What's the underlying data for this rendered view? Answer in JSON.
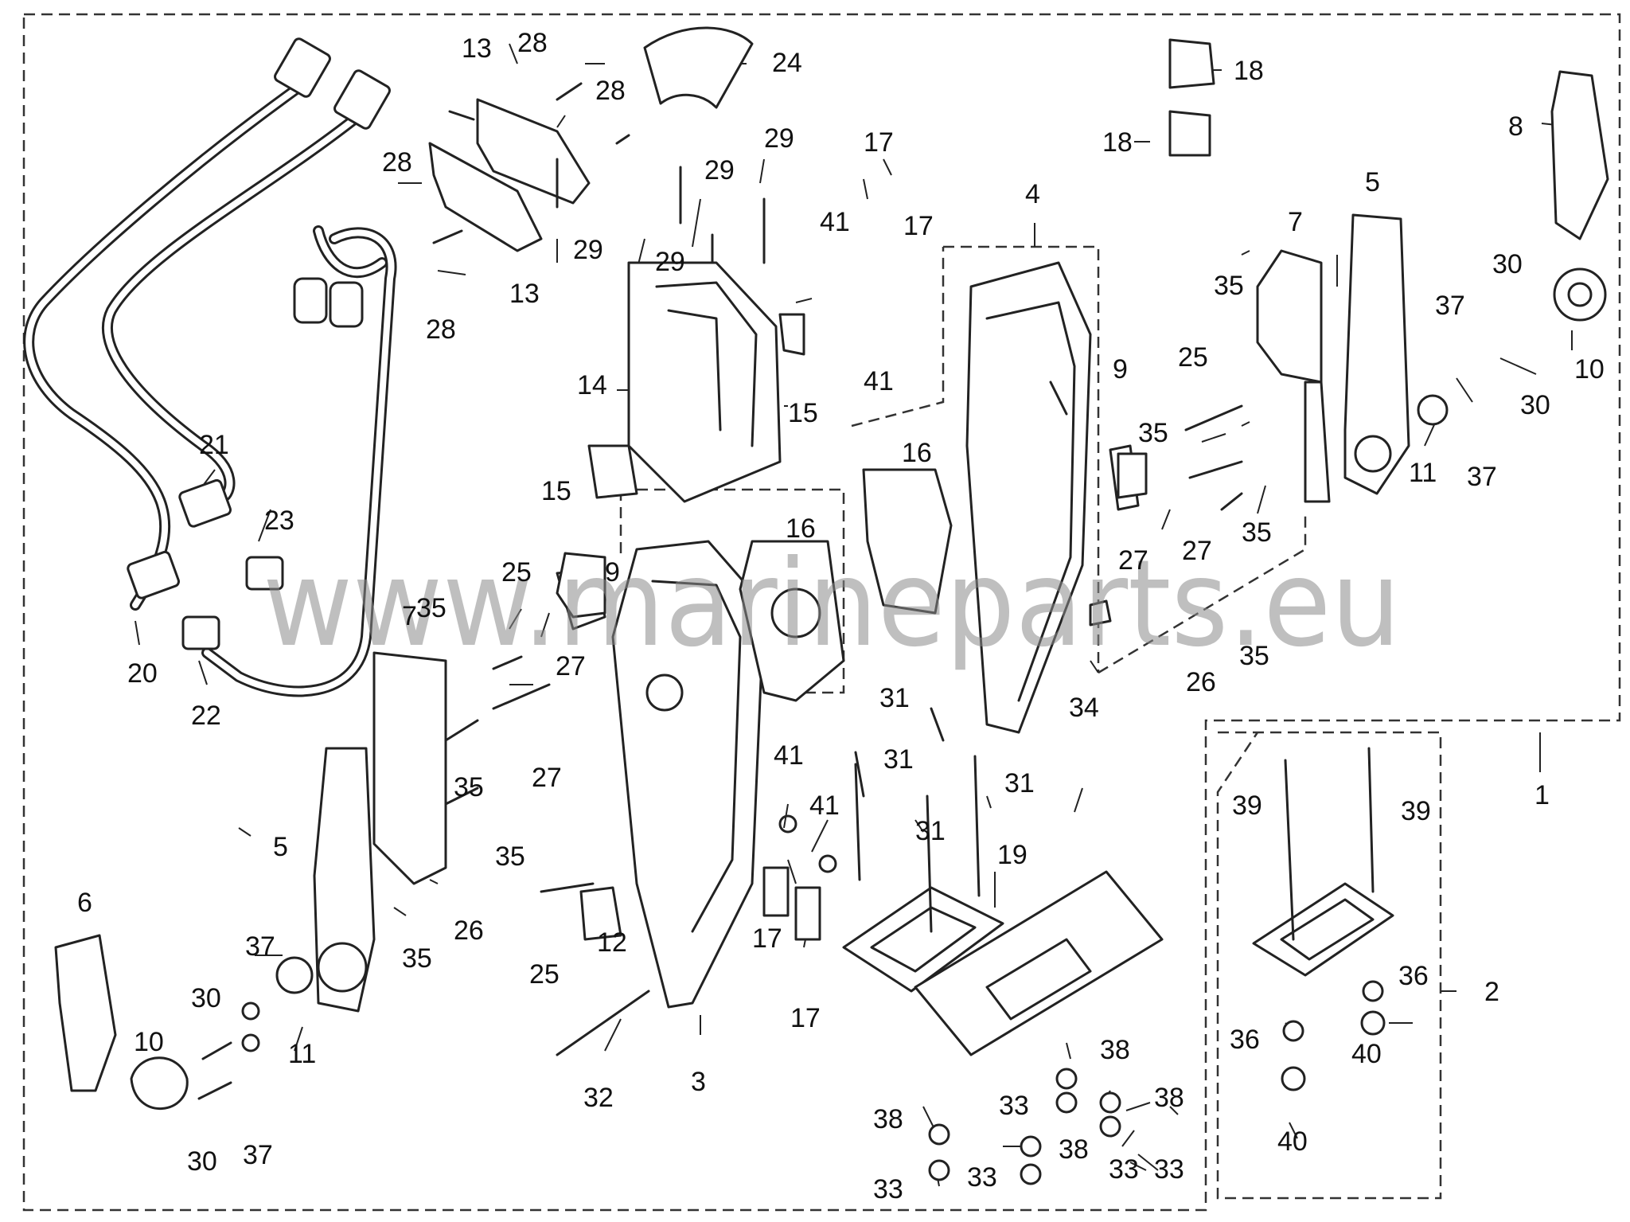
{
  "watermark": "www.marineparts.eu",
  "diagram": {
    "callouts": [
      {
        "id": "c24",
        "text": "24"
      },
      {
        "id": "c28a",
        "text": "28"
      },
      {
        "id": "c13a",
        "text": "13"
      },
      {
        "id": "c28b",
        "text": "28"
      },
      {
        "id": "c28c",
        "text": "28"
      },
      {
        "id": "c28d",
        "text": "28"
      },
      {
        "id": "c13b",
        "text": "13"
      },
      {
        "id": "c29a",
        "text": "29"
      },
      {
        "id": "c29b",
        "text": "29"
      },
      {
        "id": "c29c",
        "text": "29"
      },
      {
        "id": "c29d",
        "text": "29"
      },
      {
        "id": "c14",
        "text": "14"
      },
      {
        "id": "c15a",
        "text": "15"
      },
      {
        "id": "c15b",
        "text": "15"
      },
      {
        "id": "c41a",
        "text": "41"
      },
      {
        "id": "c17a",
        "text": "17"
      },
      {
        "id": "c17b",
        "text": "17"
      },
      {
        "id": "c41b",
        "text": "41"
      },
      {
        "id": "c18a",
        "text": "18"
      },
      {
        "id": "c18b",
        "text": "18"
      },
      {
        "id": "c4",
        "text": "4"
      },
      {
        "id": "c8",
        "text": "8"
      },
      {
        "id": "c5a",
        "text": "5"
      },
      {
        "id": "c7a",
        "text": "7"
      },
      {
        "id": "c35a",
        "text": "35"
      },
      {
        "id": "c25a",
        "text": "25"
      },
      {
        "id": "c35b",
        "text": "35"
      },
      {
        "id": "c9a",
        "text": "9"
      },
      {
        "id": "c16a",
        "text": "16"
      },
      {
        "id": "c30a",
        "text": "30"
      },
      {
        "id": "c37a",
        "text": "37"
      },
      {
        "id": "c30b",
        "text": "30"
      },
      {
        "id": "c10a",
        "text": "10"
      },
      {
        "id": "c11a",
        "text": "11"
      },
      {
        "id": "c37b",
        "text": "37"
      },
      {
        "id": "c27a",
        "text": "27"
      },
      {
        "id": "c27b",
        "text": "27"
      },
      {
        "id": "c35c",
        "text": "35"
      },
      {
        "id": "c26a",
        "text": "26"
      },
      {
        "id": "c35d",
        "text": "35"
      },
      {
        "id": "c34",
        "text": "34"
      },
      {
        "id": "c21",
        "text": "21"
      },
      {
        "id": "c23",
        "text": "23"
      },
      {
        "id": "c20",
        "text": "20"
      },
      {
        "id": "c22",
        "text": "22"
      },
      {
        "id": "c35e",
        "text": "35"
      },
      {
        "id": "c25b",
        "text": "25"
      },
      {
        "id": "c9b",
        "text": "9"
      },
      {
        "id": "c16b",
        "text": "16"
      },
      {
        "id": "c7b",
        "text": "7"
      },
      {
        "id": "c27c",
        "text": "27"
      },
      {
        "id": "c27d",
        "text": "27"
      },
      {
        "id": "c35f",
        "text": "35"
      },
      {
        "id": "c35g",
        "text": "35"
      },
      {
        "id": "c5b",
        "text": "5"
      },
      {
        "id": "c26b",
        "text": "26"
      },
      {
        "id": "c35h",
        "text": "35"
      },
      {
        "id": "c41c",
        "text": "41"
      },
      {
        "id": "c41d",
        "text": "41"
      },
      {
        "id": "c31a",
        "text": "31"
      },
      {
        "id": "c31b",
        "text": "31"
      },
      {
        "id": "c31c",
        "text": "31"
      },
      {
        "id": "c31d",
        "text": "31"
      },
      {
        "id": "c19",
        "text": "19"
      },
      {
        "id": "c12",
        "text": "12"
      },
      {
        "id": "c25c",
        "text": "25"
      },
      {
        "id": "c17c",
        "text": "17"
      },
      {
        "id": "c17d",
        "text": "17"
      },
      {
        "id": "c6",
        "text": "6"
      },
      {
        "id": "c37c",
        "text": "37"
      },
      {
        "id": "c30c",
        "text": "30"
      },
      {
        "id": "c10b",
        "text": "10"
      },
      {
        "id": "c11b",
        "text": "11"
      },
      {
        "id": "c30d",
        "text": "30"
      },
      {
        "id": "c37d",
        "text": "37"
      },
      {
        "id": "c32",
        "text": "32"
      },
      {
        "id": "c3",
        "text": "3"
      },
      {
        "id": "c1",
        "text": "1"
      },
      {
        "id": "c39a",
        "text": "39"
      },
      {
        "id": "c39b",
        "text": "39"
      },
      {
        "id": "c36a",
        "text": "36"
      },
      {
        "id": "c2",
        "text": "2"
      },
      {
        "id": "c36b",
        "text": "36"
      },
      {
        "id": "c40a",
        "text": "40"
      },
      {
        "id": "c40b",
        "text": "40"
      },
      {
        "id": "c38a",
        "text": "38"
      },
      {
        "id": "c33a",
        "text": "33"
      },
      {
        "id": "c38b",
        "text": "38"
      },
      {
        "id": "c38c",
        "text": "38"
      },
      {
        "id": "c33b",
        "text": "33"
      },
      {
        "id": "c38d",
        "text": "38"
      },
      {
        "id": "c33c",
        "text": "33"
      },
      {
        "id": "c33d",
        "text": "33"
      },
      {
        "id": "c33e",
        "text": "33"
      }
    ]
  }
}
